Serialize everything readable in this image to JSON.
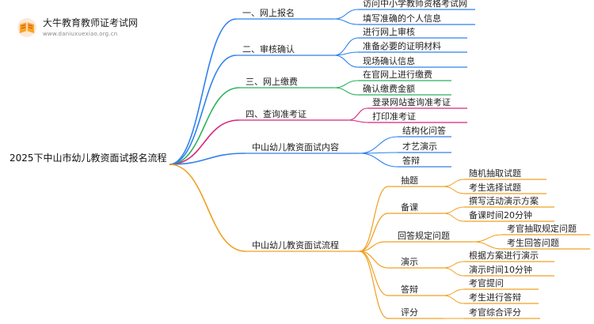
{
  "logo": {
    "title": "大牛教育教师证考试网",
    "subtitle": "www.daniuxuexiao.org.cn"
  },
  "colors": {
    "blue": "#2f80ed",
    "green": "#27b35a",
    "magenta": "#d6267a",
    "orange": "#f0a020",
    "logo_red": "#e8402f",
    "logo_orange": "#f6a623"
  },
  "root": "2025下中山市幼儿教资面试报名流程",
  "branches": [
    {
      "label": "一、网上报名",
      "color": "blue",
      "children": [
        {
          "label": "访问中小学教师资格考试网"
        },
        {
          "label": "填写准确的个人信息"
        }
      ]
    },
    {
      "label": "二、审核确认",
      "color": "blue",
      "children": [
        {
          "label": "进行网上审核"
        },
        {
          "label": "准备必要的证明材料"
        },
        {
          "label": "现场确认信息"
        }
      ]
    },
    {
      "label": "三、网上缴费",
      "color": "green",
      "children": [
        {
          "label": "在官网上进行缴费"
        },
        {
          "label": "确认缴费金额"
        }
      ]
    },
    {
      "label": "四、查询准考证",
      "color": "magenta",
      "children": [
        {
          "label": "登录网站查询准考证"
        },
        {
          "label": "打印准考证"
        }
      ]
    },
    {
      "label": "中山幼儿教资面试内容",
      "color": "blue",
      "children": [
        {
          "label": "结构化问答"
        },
        {
          "label": "才艺演示"
        },
        {
          "label": "答辩"
        }
      ]
    },
    {
      "label": "中山幼儿教资面试流程",
      "color": "orange",
      "children": [
        {
          "label": "抽题",
          "children": [
            {
              "label": "随机抽取试题"
            },
            {
              "label": "考生选择试题"
            }
          ]
        },
        {
          "label": "备课",
          "children": [
            {
              "label": "撰写活动演示方案"
            },
            {
              "label": "备课时间20分钟"
            }
          ]
        },
        {
          "label": "回答规定问题",
          "children": [
            {
              "label": "考官抽取规定问题"
            },
            {
              "label": "考生回答问题"
            }
          ]
        },
        {
          "label": "演示",
          "children": [
            {
              "label": "根据方案进行演示"
            },
            {
              "label": "演示时间10分钟"
            }
          ]
        },
        {
          "label": "答辩",
          "children": [
            {
              "label": "考官提问"
            },
            {
              "label": "考生进行答辩"
            }
          ]
        },
        {
          "label": "评分",
          "children": [
            {
              "label": "考官综合评分"
            }
          ]
        }
      ]
    }
  ]
}
